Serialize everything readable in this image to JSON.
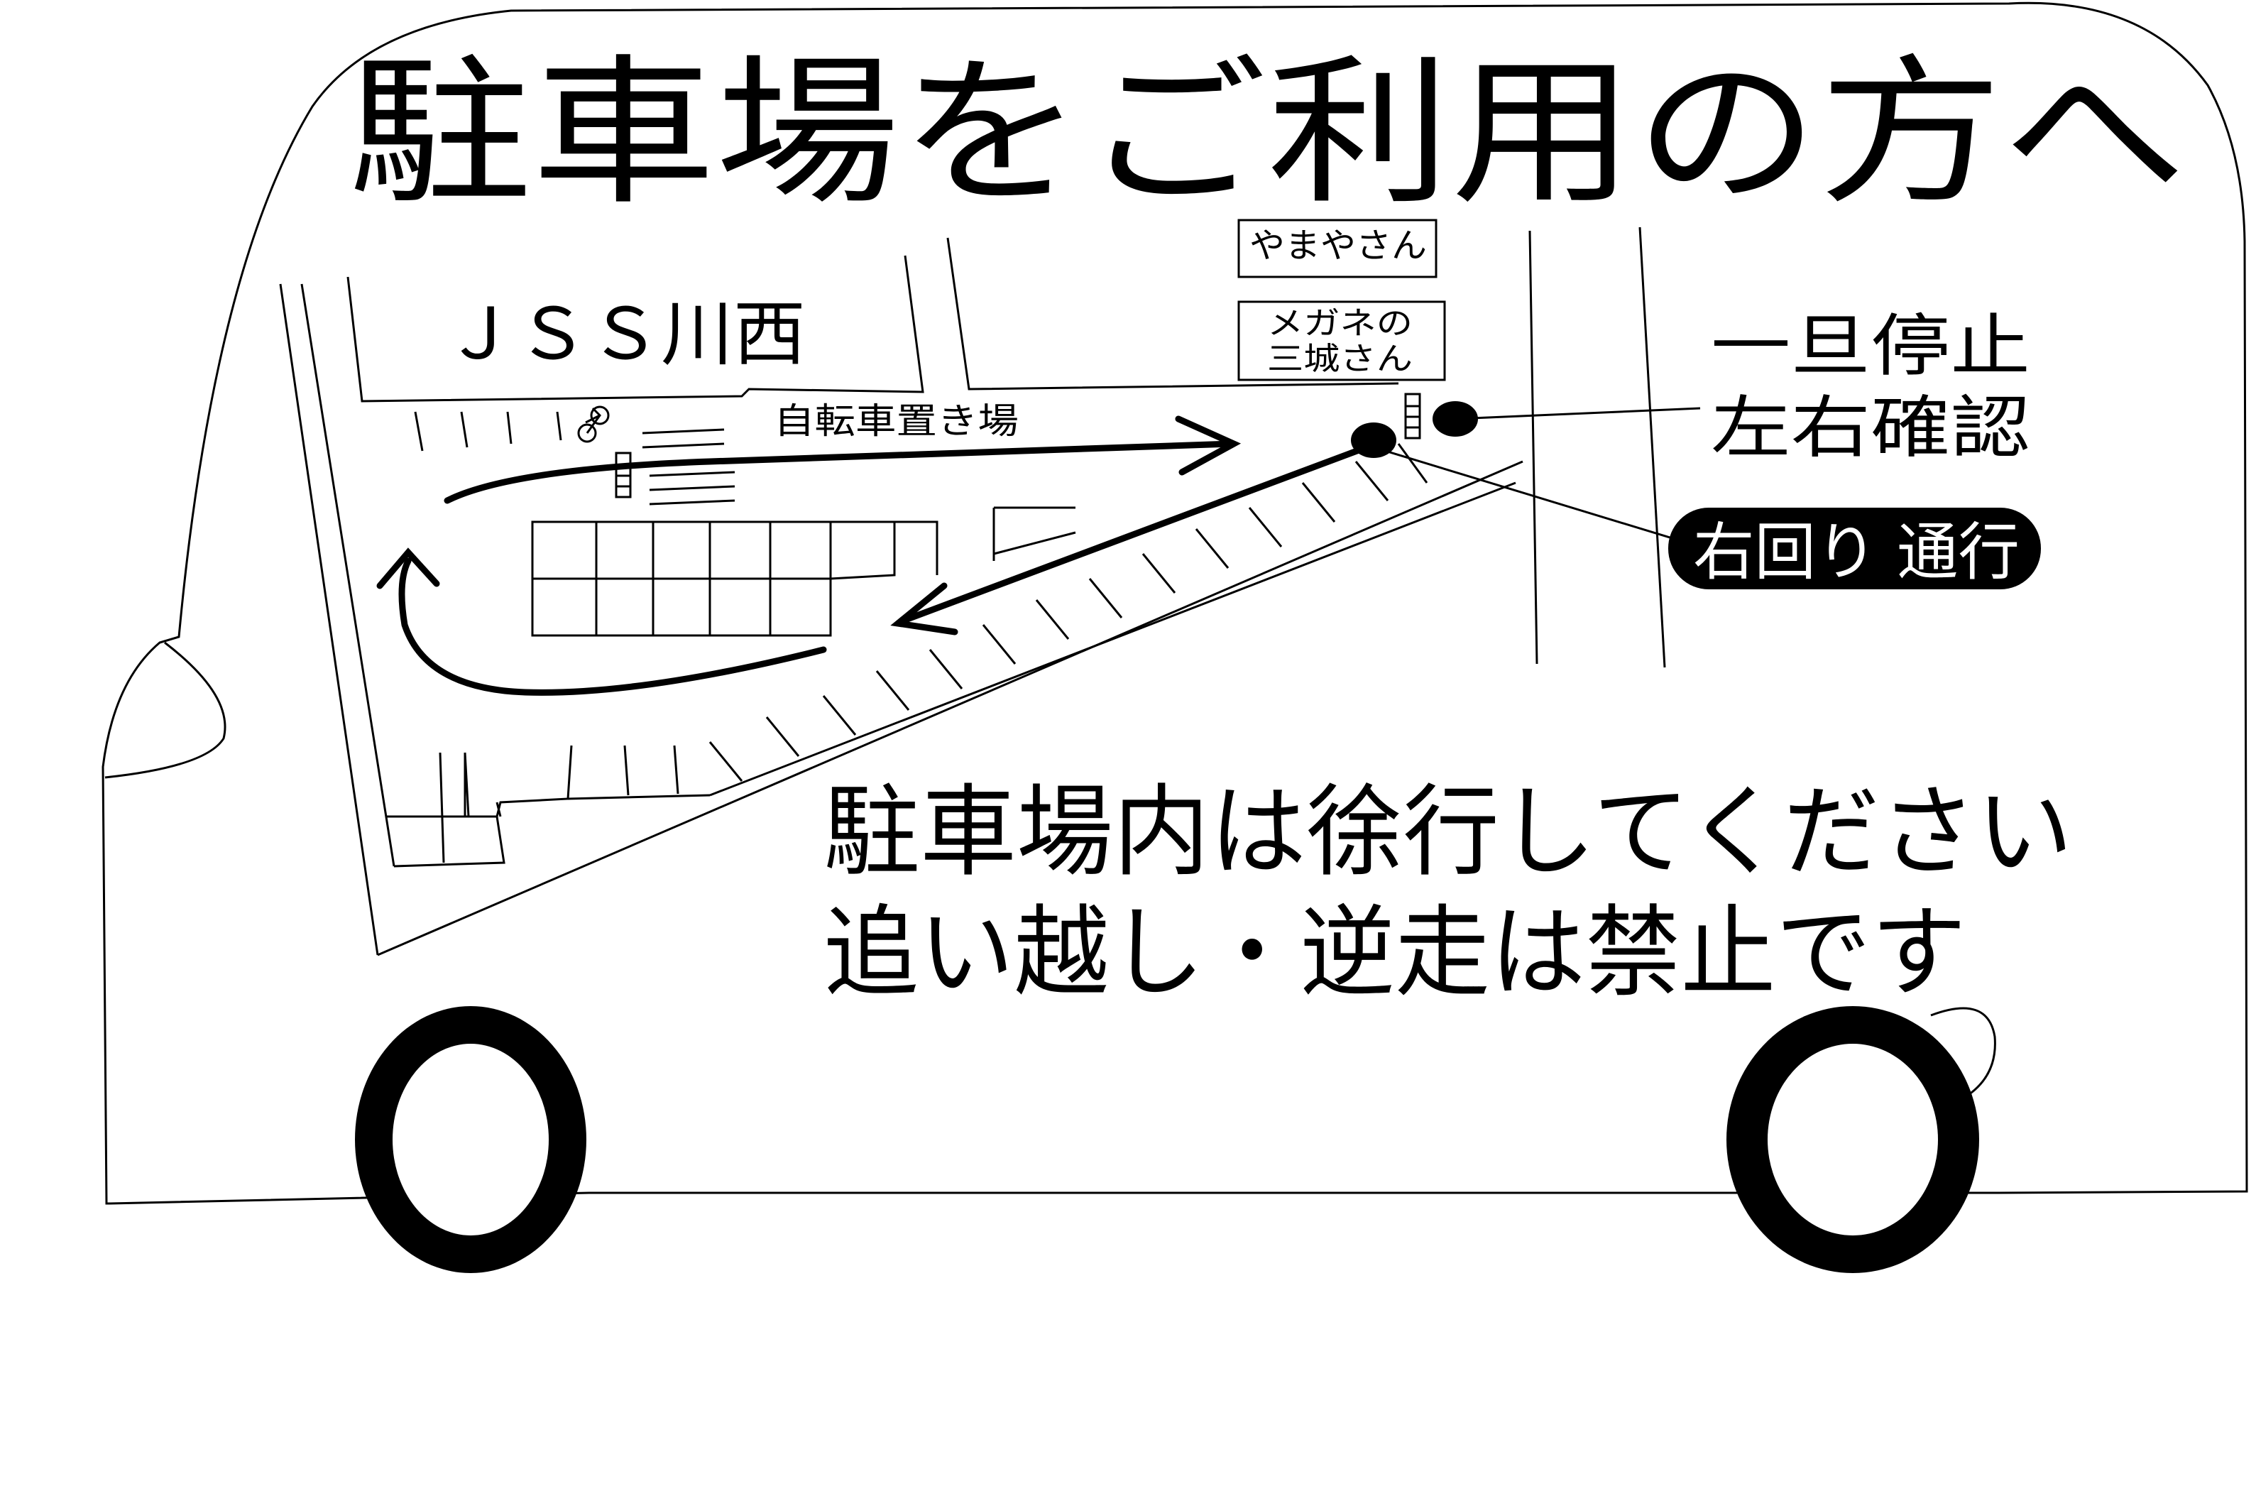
{
  "title": "駐車場をご利用の方へ",
  "building_main": "ＪＳＳ川西",
  "shop_top": "やまやさん",
  "shop_lower_line1": "メガネの",
  "shop_lower_line2": "三城さん",
  "bicycle_label": "自転車置き場",
  "stop_line1": "一旦停止",
  "stop_line2": "左右確認",
  "one_way_badge": "右回り 通行",
  "notice_line1": "駐車場内は徐行してください",
  "notice_line2": "追い越し・逆走は禁止です",
  "colors": {
    "ink": "#000000",
    "paper": "#ffffff"
  },
  "icons": [
    "bus-outline",
    "bicycle-icon",
    "traffic-light-icon",
    "stop-point-marker"
  ]
}
